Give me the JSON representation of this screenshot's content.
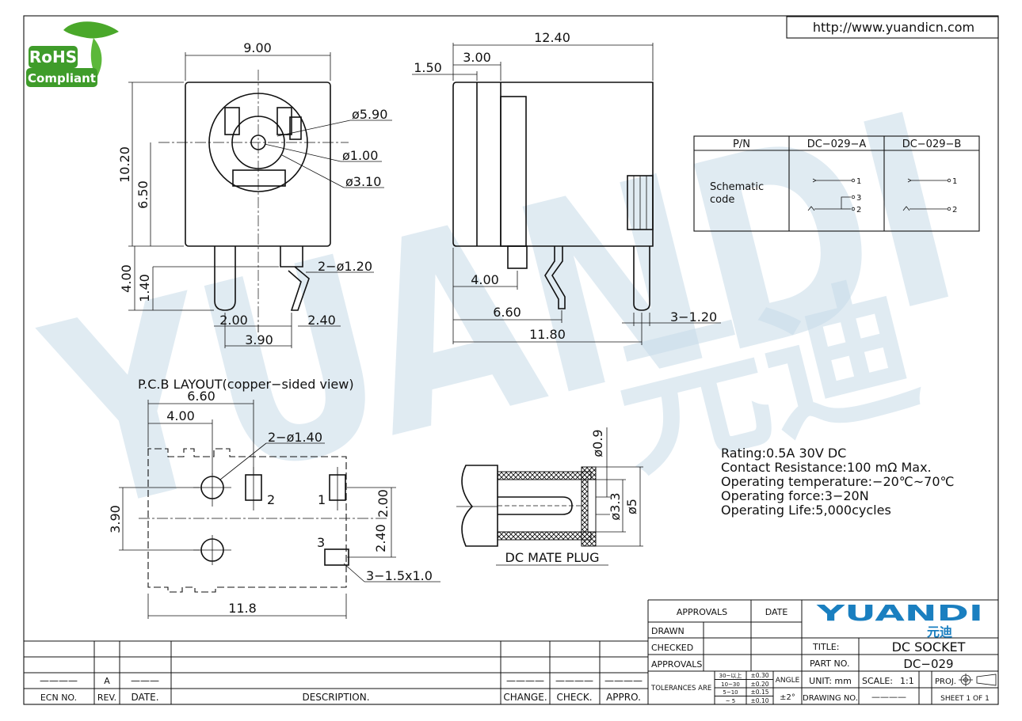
{
  "website": "http://www.yuandicn.com",
  "rohs": {
    "top": "RoHS",
    "bottom": "Compliant"
  },
  "watermark": {
    "latin": "YUANDI",
    "cjk": "元迪"
  },
  "front_view": {
    "width": "9.00",
    "height": "10.20",
    "center_height": "6.50",
    "hole_outer": "ø5.90",
    "pin": "ø1.00",
    "hole_inner": "ø3.10",
    "pin_length": "4.00",
    "pin_step": "1.40",
    "lead_dia": "2−ø1.20",
    "pin_offset_a": "2.00",
    "pin_offset_b": "2.40",
    "pin_pitch": "3.90"
  },
  "side_view": {
    "length": "12.40",
    "flange_a": "1.50",
    "flange_b": "3.00",
    "pin_a": "4.00",
    "pin_b": "6.60",
    "body": "11.80",
    "lead": "3−1.20"
  },
  "pn_table": {
    "headers": [
      "P/N",
      "DC−029−A",
      "DC−029−B"
    ],
    "row_label_1": "Schematic",
    "row_label_2": "code",
    "pins": [
      "1",
      "3",
      "2",
      "1",
      "2"
    ]
  },
  "pcb": {
    "title": "P.C.B LAYOUT(copper−sided view)",
    "dim_a": "6.60",
    "dim_b": "4.00",
    "hole": "2−ø1.40",
    "pad_2": "2",
    "pad_1": "1",
    "pad_3": "3",
    "dim_left": "3.90",
    "dim_c": "2.00",
    "dim_d": "2.40",
    "slot": "3−1.5x1.0",
    "width": "11.8"
  },
  "plug": {
    "title": "DC MATE PLUG",
    "dim_a": "ø0.9",
    "dim_b": "ø3.3",
    "dim_c": "ø5"
  },
  "specs": [
    "Rating:0.5A  30V DC",
    "Contact  Resistance:100  mΩ  Max.",
    "Operating  temperature:−20℃~70℃",
    "Operating  force:3−20N",
    "Operating  Life:5,000cycles"
  ],
  "title_block": {
    "approvals_header": "APPROVALS",
    "date_header": "DATE",
    "drawn": "DRAWN",
    "checked": "CHECKED",
    "approvals": "APPROVALS",
    "tolerances": "TOLERANCES ARE",
    "tol_ranges": [
      "30~以上",
      "10~30",
      "5~10",
      "~ 5"
    ],
    "tol_values": [
      "±0.30",
      "±0.20",
      "±0.15",
      "±0.10"
    ],
    "angle": "ANGLE",
    "angle_value": "±2°",
    "logo": "YUANDI",
    "logo_cjk": "元迪",
    "title_label": "TITLE:",
    "title_value": "DC SOCKET",
    "part_label": "PART NO.",
    "part_value": "DC−029",
    "unit": "UNIT: mm",
    "scale_label": "SCALE:",
    "scale_value": "1:1",
    "proj": "PROJ.",
    "drawing_no": "DRAWING NO.",
    "drawing_value": "————",
    "sheet": "SHEET   1  OF  1"
  },
  "revision_block": {
    "row_values": [
      "————",
      "A",
      "———",
      "————",
      "————",
      "————"
    ],
    "headers": [
      "ECN NO.",
      "REV.",
      "DATE.",
      "DESCRIPTION.",
      "CHANGE.",
      "CHECK.",
      "APPRO."
    ]
  }
}
